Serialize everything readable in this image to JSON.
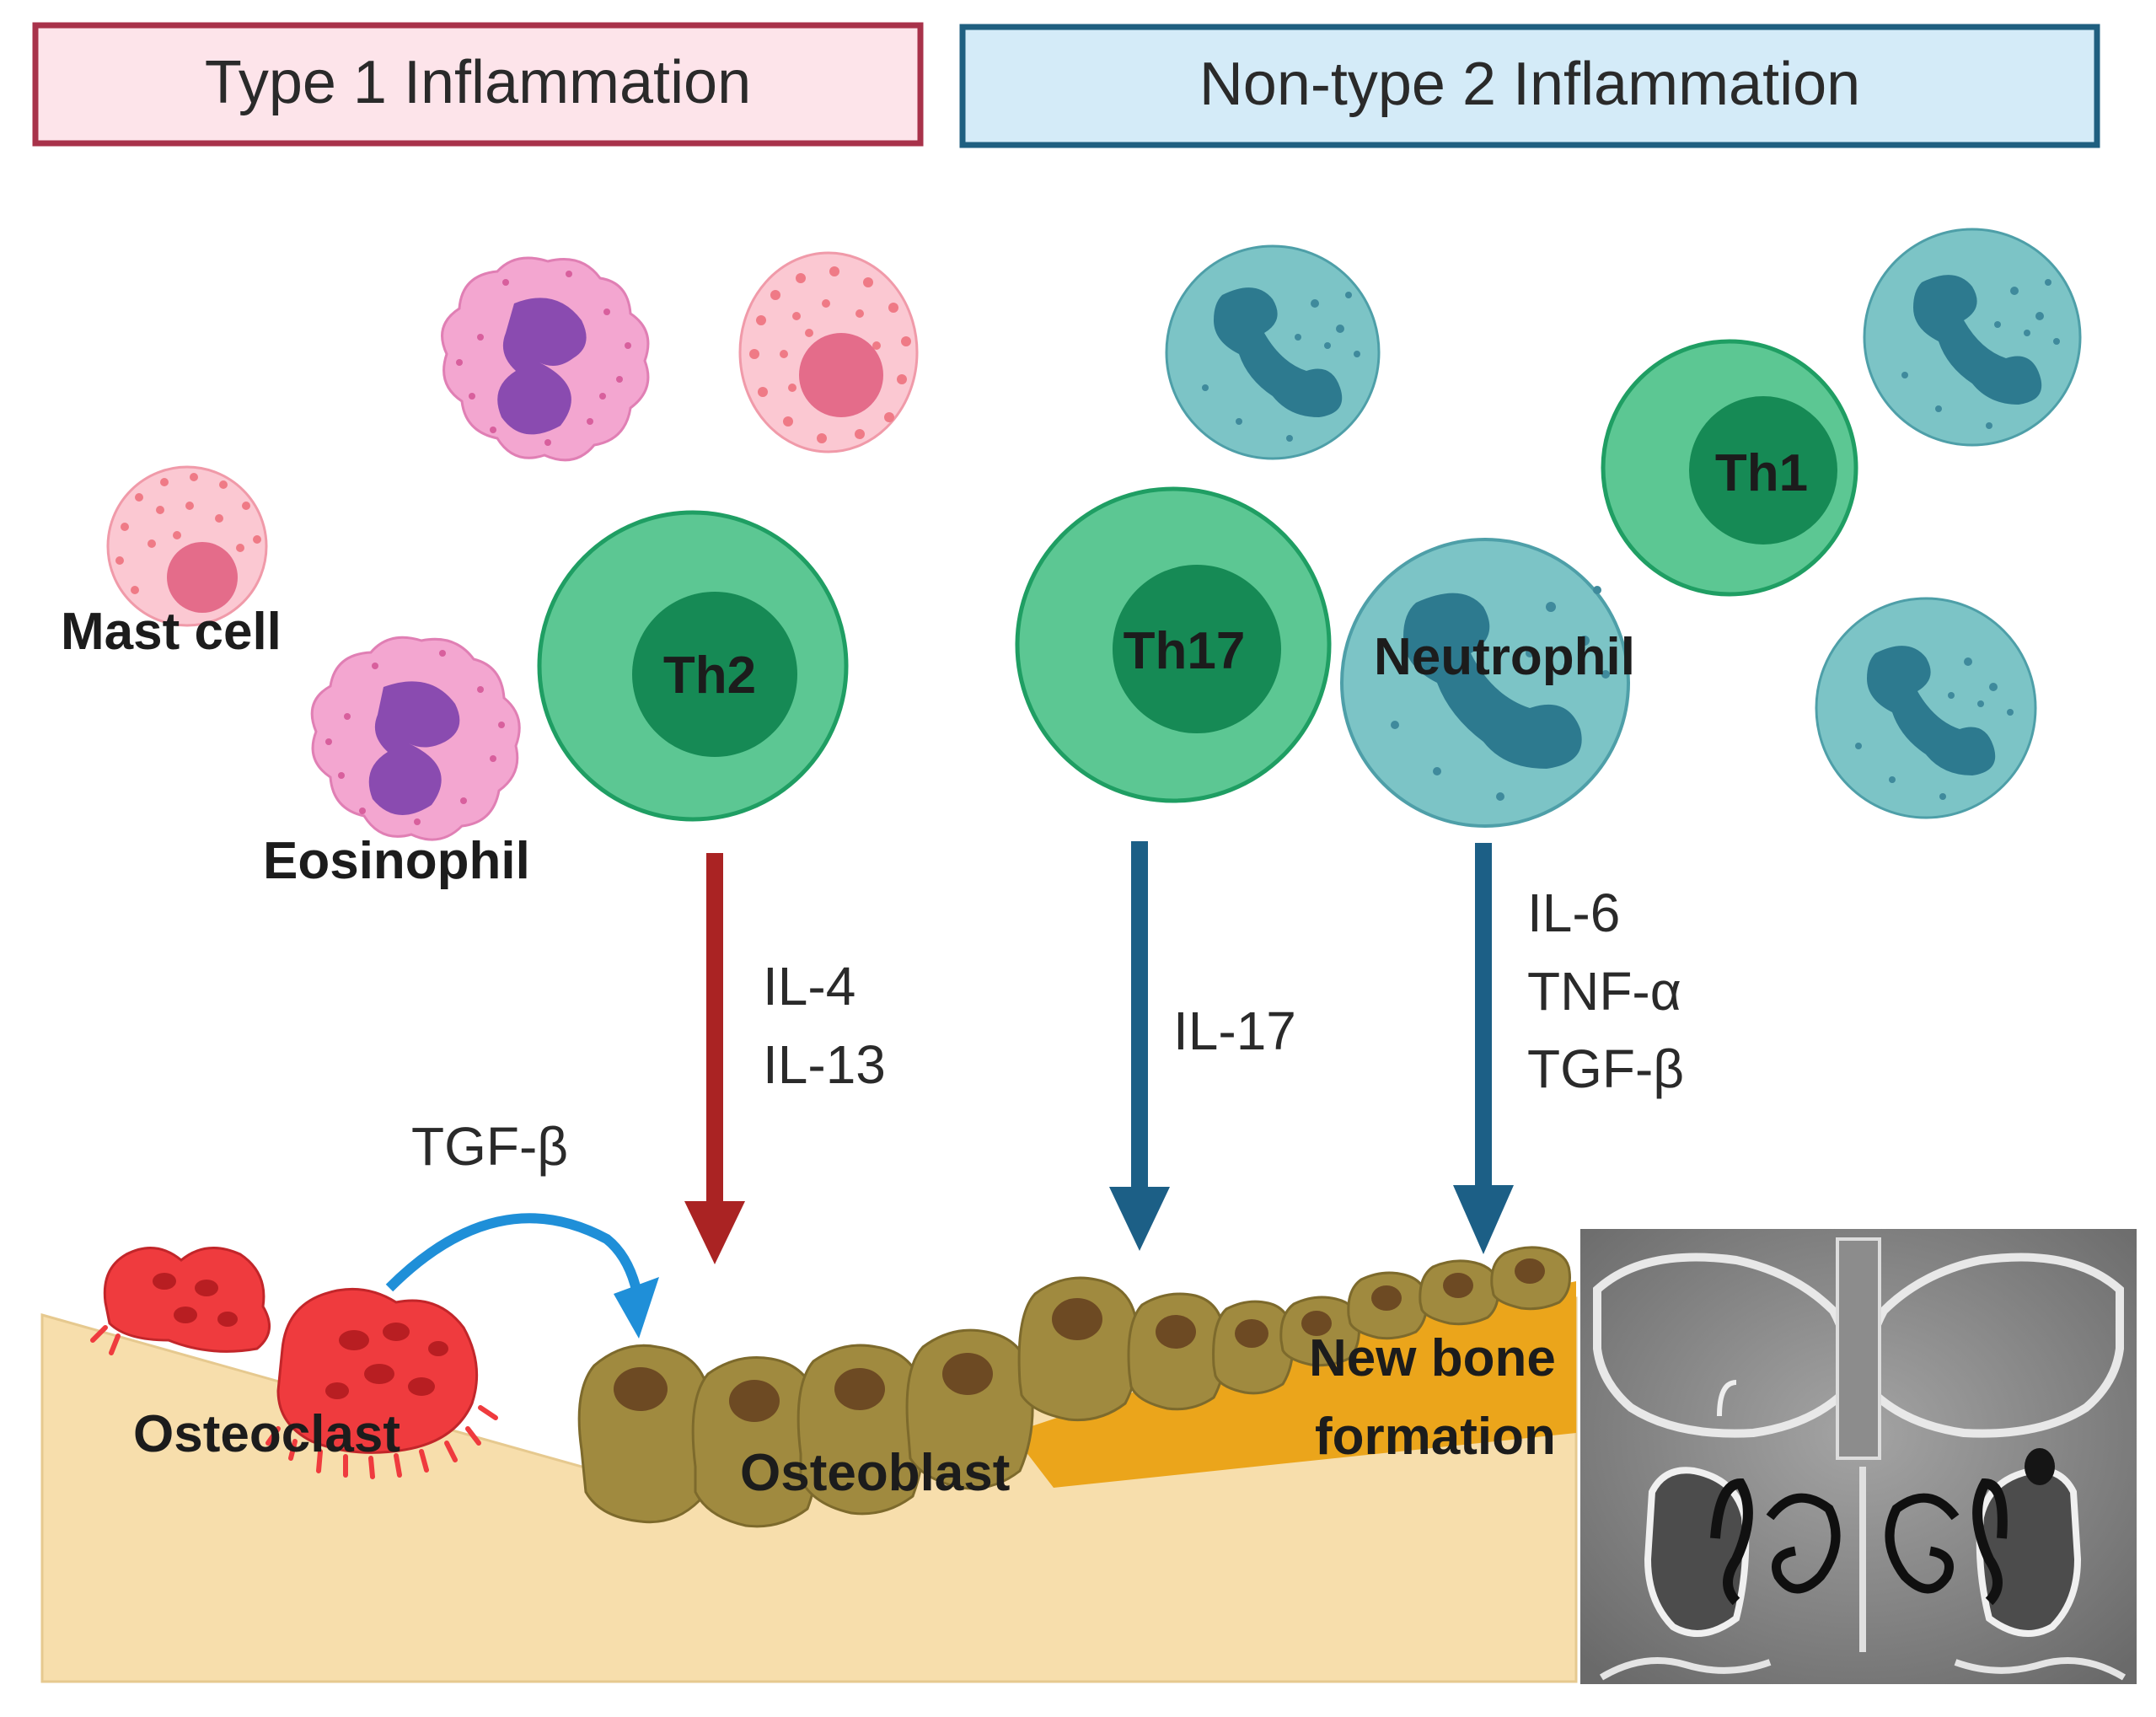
{
  "headers": {
    "type1": "Type 1 Inflammation",
    "nontype2": "Non-type 2 Inflammation"
  },
  "cells": {
    "mast_cell": "Mast cell",
    "eosinophil": "Eosinophil",
    "th2": "Th2",
    "th17": "Th17",
    "neutrophil": "Neutrophil",
    "th1": "Th1"
  },
  "cytokines": {
    "th2_line1": "IL-4",
    "th2_line2": "IL-13",
    "th17": "IL-17",
    "neutrophil_line1": "IL-6",
    "neutrophil_line2": "TNF-α",
    "neutrophil_line3": "TGF-β",
    "osteoclast": "TGF-β"
  },
  "bone": {
    "osteoclast": "Osteoclast",
    "osteoblast": "Osteoblast",
    "new_bone_line1": "New bone",
    "new_bone_line2": "formation"
  },
  "colors": {
    "type1_border": "#a8324a",
    "type1_fill": "#fde4ea",
    "nontype2_border": "#1f5f80",
    "nontype2_fill": "#d4ebf8",
    "th_cell": "#5cc793",
    "th_nucleus": "#168a55",
    "neutrophil": "#7cc4c6",
    "neutrophil_nucleus": "#2d7a8f",
    "eosinophil": "#f3a6d0",
    "eosinophil_nucleus": "#8a4bb0",
    "mast_cell": "#fbc8d2",
    "arrow_red": "#aa2323",
    "arrow_blue": "#1c5f86",
    "arrow_light_blue": "#1f8fd8",
    "osteoclast": "#ef3b3e",
    "osteoblast": "#a08a3f",
    "bone": "#f7deac",
    "new_bone": "#eba51b"
  }
}
